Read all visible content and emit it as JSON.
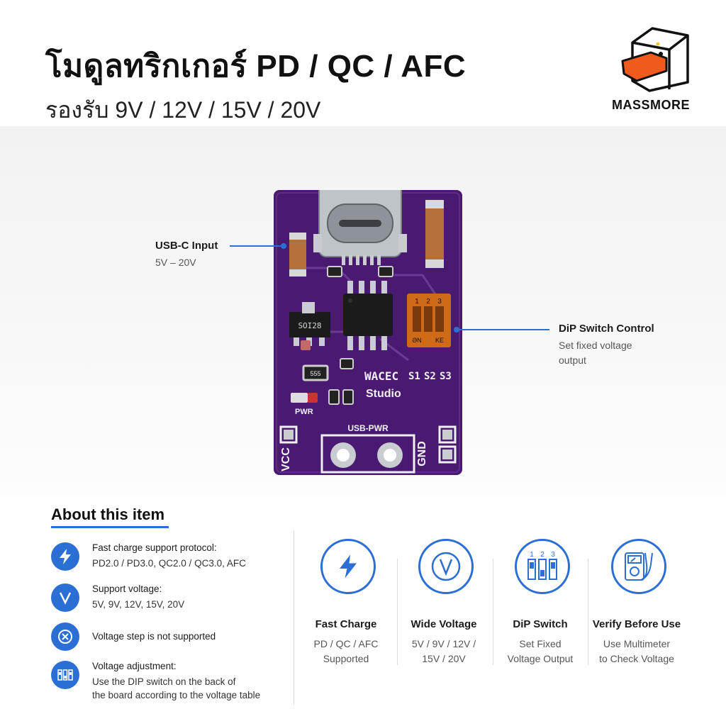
{
  "header": {
    "title": "โมดูลทริกเกอร์ PD / QC / AFC",
    "subtitle": "รองรับ 9V / 12V / 15V / 20V",
    "brand": "MASSMORE"
  },
  "board": {
    "chip_label": "SOI28",
    "resistor_label": "555",
    "brand_line1": "WACEC",
    "brand_line2": "Studio",
    "switch_labels": [
      "S1",
      "S2",
      "S3"
    ],
    "switch_numbers": [
      "1",
      "2",
      "3"
    ],
    "switch_on": "ƏN",
    "switch_ke": "KE",
    "pwr_label": "PWR",
    "usb_pwr_label": "USB-PWR",
    "vcc_label": "VCC",
    "gnd_label": "GND"
  },
  "callouts": {
    "usb": {
      "title": "USB-C Input",
      "sub": "5V – 20V"
    },
    "dip": {
      "title": "DiP Switch Control",
      "sub_lines": [
        "Set fixed voltage",
        "output"
      ]
    }
  },
  "about": {
    "title": "About this item",
    "items": [
      {
        "icon": "lightning-icon",
        "head": "Fast charge support protocol:",
        "body": [
          "PD2.0 / PD3.0, QC2.0 / QC3.0, AFC"
        ]
      },
      {
        "icon": "v-icon",
        "head": "Support voltage:",
        "body": [
          "5V, 9V, 12V, 15V, 20V"
        ]
      },
      {
        "icon": "cross-circle-icon",
        "head": "Voltage step is not supported",
        "body": []
      },
      {
        "icon": "dip-switch-icon",
        "head": "Voltage adjustment:",
        "body": [
          "Use the DIP switch on the back of",
          "the board according to the voltage table"
        ]
      }
    ]
  },
  "cards": [
    {
      "icon": "lightning-icon",
      "title": "Fast Charge",
      "sub": [
        "PD / QC / AFC",
        "Supported"
      ]
    },
    {
      "icon": "v-icon",
      "title": "Wide Voltage",
      "sub": [
        "5V / 9V / 12V /",
        "15V / 20V"
      ]
    },
    {
      "icon": "dip-switch-icon",
      "title": "DiP Switch",
      "sub": [
        "Set Fixed",
        "Voltage Output"
      ],
      "numbers": [
        "1",
        "2",
        "3"
      ]
    },
    {
      "icon": "multimeter-icon",
      "title": "Verify Before Use",
      "sub": [
        "Use Multimeter",
        "to Check Voltage"
      ]
    }
  ],
  "colors": {
    "accent": "#2b6ed4",
    "board": "#4a1a72",
    "logo_beak": "#f05a1c"
  }
}
